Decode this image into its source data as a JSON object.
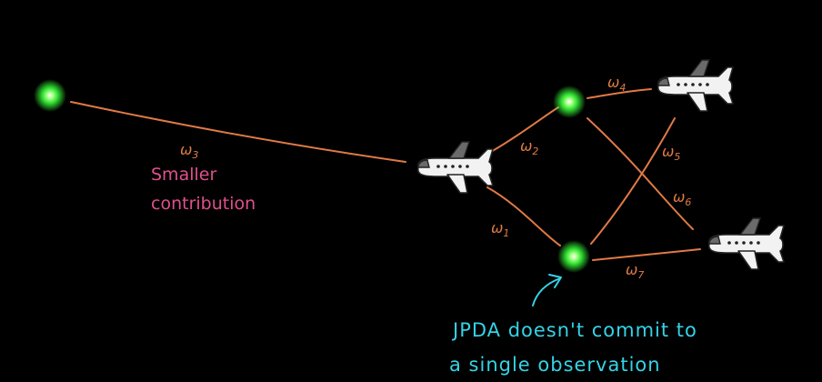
{
  "weights": {
    "w1": {
      "base": "ω",
      "sub": "1"
    },
    "w2": {
      "base": "ω",
      "sub": "2"
    },
    "w3": {
      "base": "ω",
      "sub": "3"
    },
    "w4": {
      "base": "ω",
      "sub": "4"
    },
    "w5": {
      "base": "ω",
      "sub": "5"
    },
    "w6": {
      "base": "ω",
      "sub": "6"
    },
    "w7": {
      "base": "ω",
      "sub": "7"
    }
  },
  "annotations": {
    "smaller_line1": "Smaller",
    "smaller_line2": "contribution",
    "jpda_line1": "JPDA doesn't commit to",
    "jpda_line2": "a single observation"
  },
  "colors": {
    "background": "#000000",
    "edge": "#e07a45",
    "observation_glow": "#39ff3a",
    "annotation_pink": "#e0508c",
    "annotation_cyan": "#35d3e6"
  },
  "icons": {
    "observation": "green-glow-dot",
    "track": "airplane-icon"
  }
}
